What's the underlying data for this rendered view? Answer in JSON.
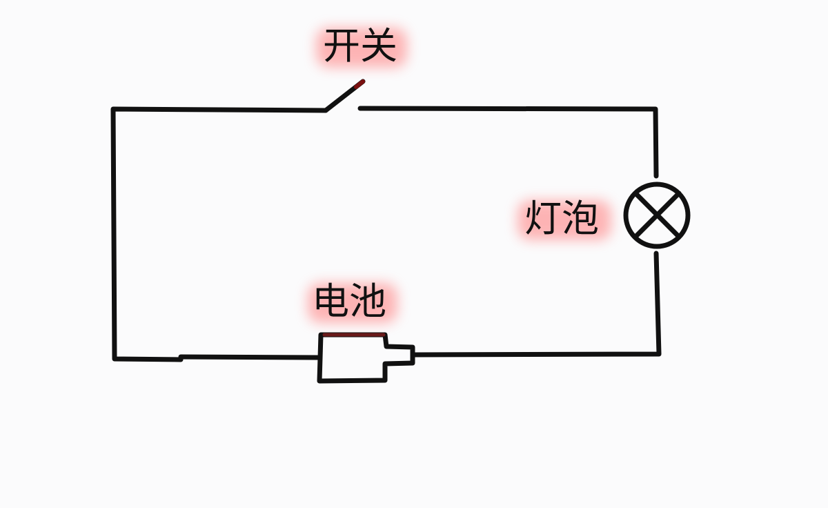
{
  "labels": {
    "switch": "开关",
    "bulb": "灯泡",
    "battery": "电池"
  },
  "colors": {
    "background": "#fbfbfc",
    "wire": "#111111",
    "label_text": "#111111",
    "label_glow": "#ff7a7a",
    "accent_switch_tip": "#7a1010",
    "accent_battery_top": "#6a1a1a"
  }
}
